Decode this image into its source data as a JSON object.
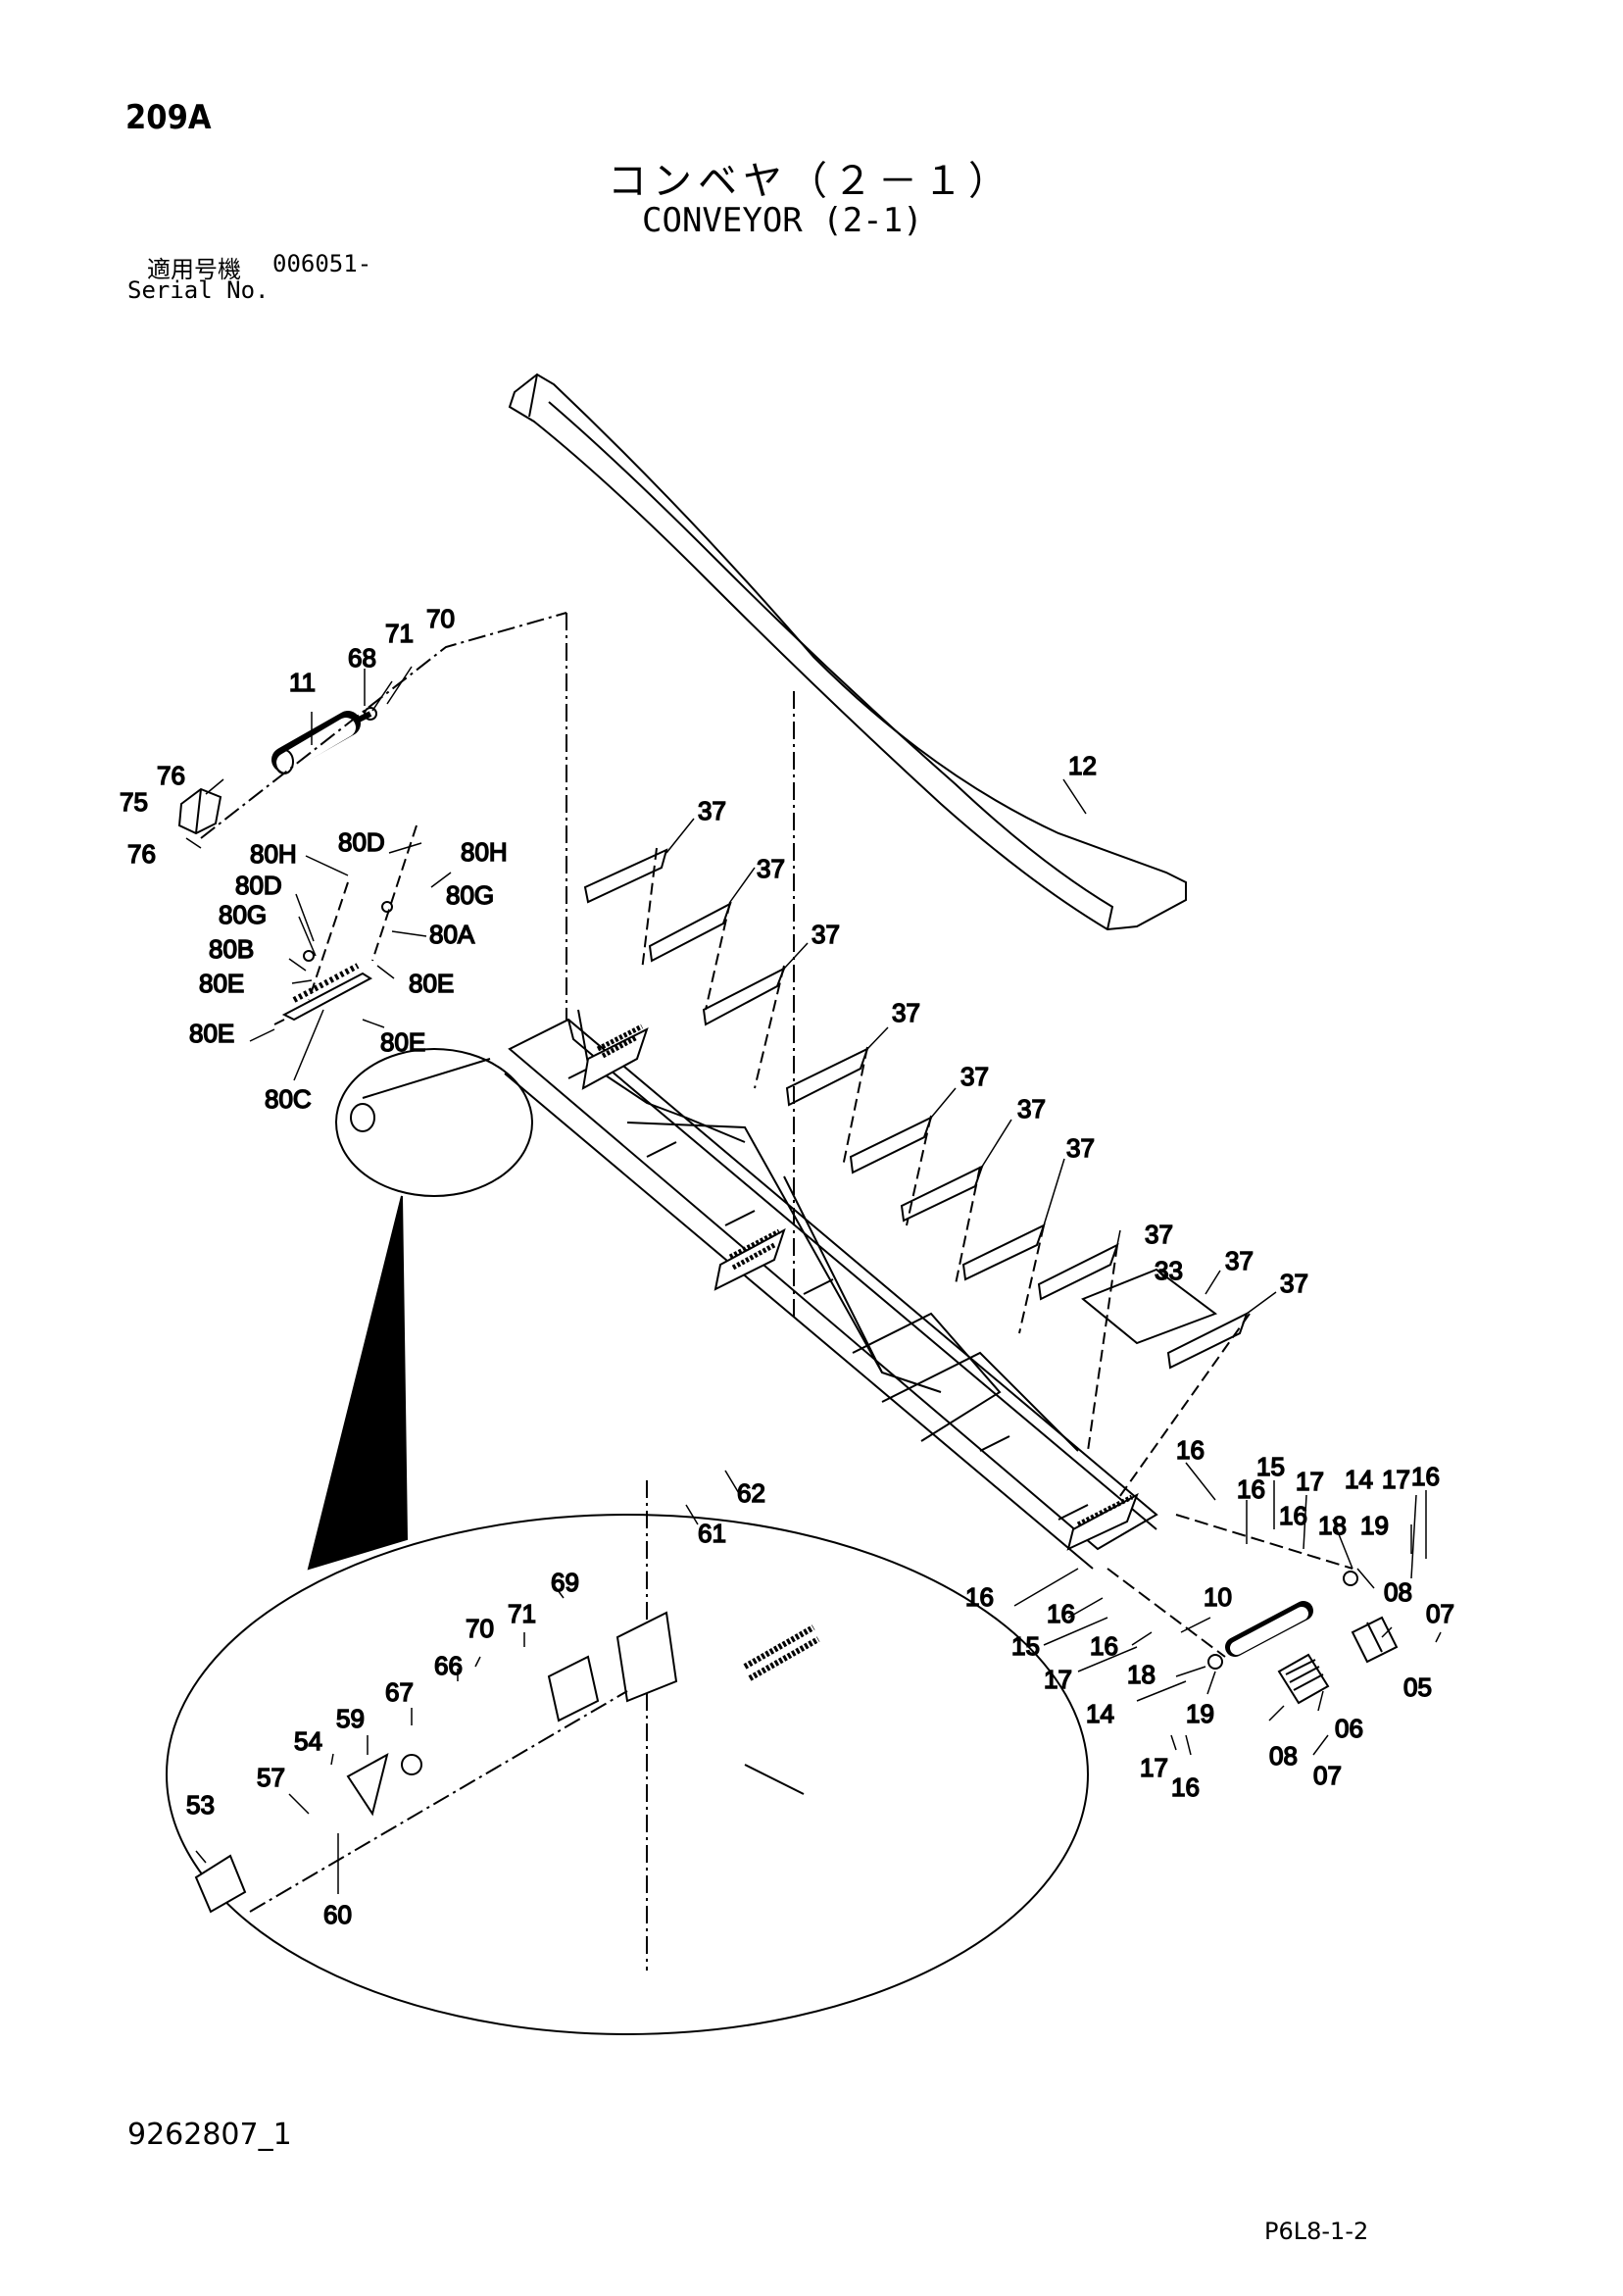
{
  "header": {
    "page_number": "209A",
    "title_jp": "コンベヤ（２－１）",
    "title_en": "CONVEYOR (2-1)",
    "serial_label_jp": "適用号機",
    "serial_value": "006051-",
    "serial_label_en": "Serial No."
  },
  "footer": {
    "drawing_number": "9262807_1",
    "page_code": "P6L8-1-2"
  },
  "callouts": [
    {
      "id": "c-70a",
      "label": "70"
    },
    {
      "id": "c-71a",
      "label": "71"
    },
    {
      "id": "c-68",
      "label": "68"
    },
    {
      "id": "c-11",
      "label": "11"
    },
    {
      "id": "c-12",
      "label": "12"
    },
    {
      "id": "c-76a",
      "label": "76"
    },
    {
      "id": "c-75",
      "label": "75"
    },
    {
      "id": "c-76b",
      "label": "76"
    },
    {
      "id": "c-80h-l",
      "label": "80H"
    },
    {
      "id": "c-80d-t",
      "label": "80D"
    },
    {
      "id": "c-80h-r",
      "label": "80H"
    },
    {
      "id": "c-80d-l",
      "label": "80D"
    },
    {
      "id": "c-80g-r",
      "label": "80G"
    },
    {
      "id": "c-80g-l",
      "label": "80G"
    },
    {
      "id": "c-80a",
      "label": "80A"
    },
    {
      "id": "c-80b",
      "label": "80B"
    },
    {
      "id": "c-80e-l1",
      "label": "80E"
    },
    {
      "id": "c-80e-r1",
      "label": "80E"
    },
    {
      "id": "c-80e-l2",
      "label": "80E"
    },
    {
      "id": "c-80e-r2",
      "label": "80E"
    },
    {
      "id": "c-80c",
      "label": "80C"
    },
    {
      "id": "c-37a",
      "label": "37"
    },
    {
      "id": "c-37b",
      "label": "37"
    },
    {
      "id": "c-37c",
      "label": "37"
    },
    {
      "id": "c-37d",
      "label": "37"
    },
    {
      "id": "c-37e",
      "label": "37"
    },
    {
      "id": "c-37f",
      "label": "37"
    },
    {
      "id": "c-37g",
      "label": "37"
    },
    {
      "id": "c-37h",
      "label": "37"
    },
    {
      "id": "c-37i",
      "label": "37"
    },
    {
      "id": "c-37j",
      "label": "37"
    },
    {
      "id": "c-33",
      "label": "33"
    },
    {
      "id": "c-16a",
      "label": "16"
    },
    {
      "id": "c-15a",
      "label": "15"
    },
    {
      "id": "c-17a",
      "label": "17"
    },
    {
      "id": "c-16b",
      "label": "16"
    },
    {
      "id": "c-14a",
      "label": "14"
    },
    {
      "id": "c-17b",
      "label": "17"
    },
    {
      "id": "c-16c",
      "label": "16"
    },
    {
      "id": "c-16d",
      "label": "16"
    },
    {
      "id": "c-18a",
      "label": "18"
    },
    {
      "id": "c-19a",
      "label": "19"
    },
    {
      "id": "c-08a",
      "label": "08"
    },
    {
      "id": "c-07a",
      "label": "07"
    },
    {
      "id": "c-05",
      "label": "05"
    },
    {
      "id": "c-10",
      "label": "10"
    },
    {
      "id": "c-16e",
      "label": "16"
    },
    {
      "id": "c-16f",
      "label": "16"
    },
    {
      "id": "c-15b",
      "label": "15"
    },
    {
      "id": "c-16g",
      "label": "16"
    },
    {
      "id": "c-17c",
      "label": "17"
    },
    {
      "id": "c-18b",
      "label": "18"
    },
    {
      "id": "c-14b",
      "label": "14"
    },
    {
      "id": "c-19b",
      "label": "19"
    },
    {
      "id": "c-06",
      "label": "06"
    },
    {
      "id": "c-08b",
      "label": "08"
    },
    {
      "id": "c-07b",
      "label": "07"
    },
    {
      "id": "c-17d",
      "label": "17"
    },
    {
      "id": "c-16h",
      "label": "16"
    },
    {
      "id": "c-62",
      "label": "62"
    },
    {
      "id": "c-61",
      "label": "61"
    },
    {
      "id": "c-69",
      "label": "69"
    },
    {
      "id": "c-71b",
      "label": "71"
    },
    {
      "id": "c-70b",
      "label": "70"
    },
    {
      "id": "c-66",
      "label": "66"
    },
    {
      "id": "c-67",
      "label": "67"
    },
    {
      "id": "c-59",
      "label": "59"
    },
    {
      "id": "c-54",
      "label": "54"
    },
    {
      "id": "c-57",
      "label": "57"
    },
    {
      "id": "c-53",
      "label": "53"
    },
    {
      "id": "c-60",
      "label": "60"
    }
  ]
}
